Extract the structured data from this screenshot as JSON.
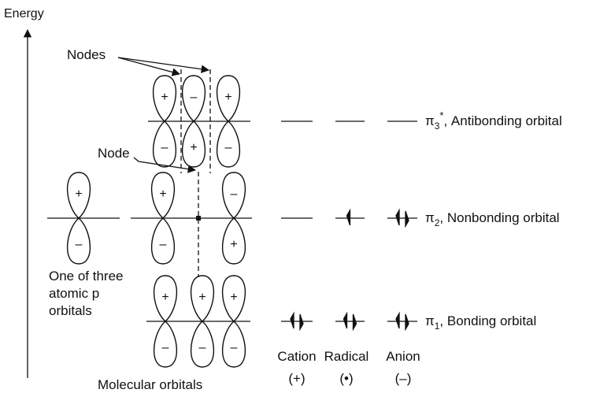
{
  "axis": {
    "label": "Energy"
  },
  "annotations": {
    "nodes": "Nodes",
    "node": "Node",
    "atomic_line1": "One of three",
    "atomic_line2": "atomic p",
    "atomic_line3": "orbitals",
    "molecular": "Molecular orbitals"
  },
  "levels": {
    "antibonding": {
      "pi": "π",
      "sub": "3",
      "sup": "*",
      "rest": ", Antibonding orbital"
    },
    "nonbonding": {
      "pi": "π",
      "sub": "2",
      "rest": ", Nonbonding orbital"
    },
    "bonding": {
      "pi": "π",
      "sub": "1",
      "rest": ", Bonding orbital"
    }
  },
  "columns": [
    {
      "name": "Cation",
      "sign": "(+)"
    },
    {
      "name": "Radical",
      "sign": "(•)"
    },
    {
      "name": "Anion",
      "sign": "(–)"
    }
  ],
  "signs": {
    "plus": "+",
    "minus": "–"
  },
  "occupancy": {
    "antibonding": [
      0,
      0,
      0
    ],
    "nonbonding": [
      0,
      1,
      2
    ],
    "bonding": [
      2,
      2,
      2
    ]
  }
}
